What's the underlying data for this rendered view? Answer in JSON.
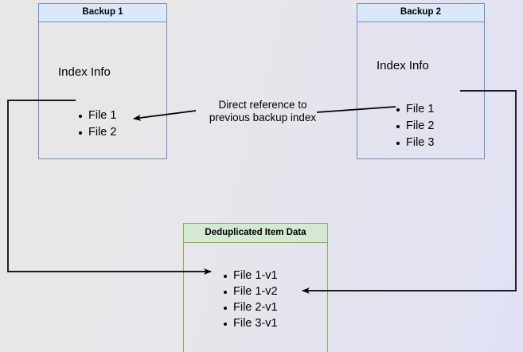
{
  "diagram": {
    "title_hidden": "Backup deduplication reference diagram",
    "background_colors": {
      "left": "#e9e6e9",
      "right": "#e0e1f4"
    },
    "palette": {
      "blue_border": "#6c8ebf",
      "blue_header_fill": "#dae8fc",
      "green_border": "#82b366",
      "green_header_fill": "#d5e8d4",
      "arrow_color": "#000000",
      "text_color": "#000000"
    },
    "boxes": {
      "backup1": {
        "title": "Backup 1",
        "section_label": "Index Info",
        "items": [
          "File 1",
          "File 2"
        ]
      },
      "backup2": {
        "title": "Backup 2",
        "section_label": "Index Info",
        "items": [
          "File 1",
          "File 2",
          "File 3"
        ]
      },
      "dedup": {
        "title": "Deduplicated Item Data",
        "items": [
          "File 1-v1",
          "File 1-v2",
          "File 2-v1",
          "File 3-v1"
        ]
      }
    },
    "annotations": {
      "direct_reference": "Direct reference to\nprevious backup index"
    },
    "connectors": [
      {
        "name": "backup1-file1-to-dedup-file1v1",
        "from": "Backup 1 / File 1",
        "to": "Deduplicated Item Data / File 1-v1",
        "arrowhead": "end"
      },
      {
        "name": "backup2-file2-to-direct-reference-note",
        "from": "Backup 2 / File 2",
        "to": "Direct reference to previous backup index",
        "arrowhead": "none"
      },
      {
        "name": "direct-reference-note-to-backup1-file2",
        "from": "Direct reference to previous backup index",
        "to": "Backup 1 / File 2",
        "arrowhead": "end"
      },
      {
        "name": "backup2-file1-to-dedup-file1v2",
        "from": "Backup 2 / File 1",
        "to": "Deduplicated Item Data / File 1-v2",
        "arrowhead": "end"
      }
    ]
  }
}
